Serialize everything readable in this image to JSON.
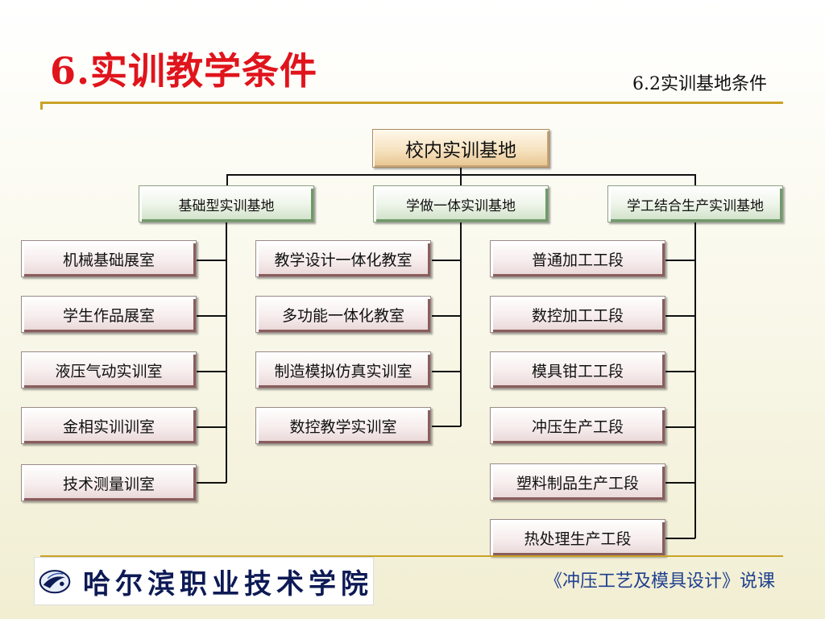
{
  "header": {
    "title": "6.实训教学条件",
    "subtitle": "6.2实训基地条件"
  },
  "tree": {
    "root": "校内实训基地",
    "categories": [
      {
        "label": "基础型实训基地",
        "items": [
          "机械基础展室",
          "学生作品展室",
          "液压气动实训室",
          "金相实训训室",
          "技术测量训室"
        ]
      },
      {
        "label": "学做一体实训基地",
        "items": [
          "教学设计一体化教室",
          "多功能一体化教室",
          "制造模拟仿真实训室",
          "数控教学实训室"
        ]
      },
      {
        "label": "学工结合生产实训基地",
        "items": [
          "普通加工工段",
          "数控加工工段",
          "模具钳工工段",
          "冲压生产工段",
          "塑料制品生产工段",
          "热处理生产工段"
        ]
      }
    ]
  },
  "footer": {
    "school": "哈尔滨职业技术学院",
    "course": "《冲压工艺及模具设计》说课"
  }
}
